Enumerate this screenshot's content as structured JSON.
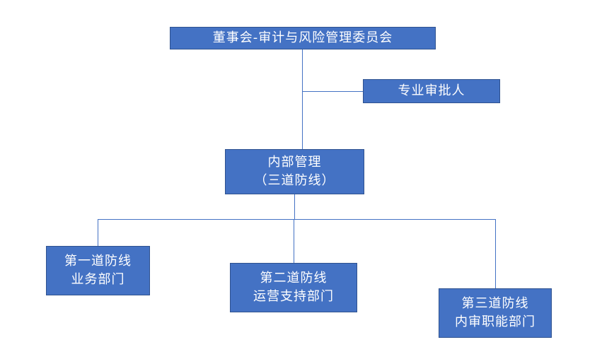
{
  "diagram": {
    "type": "org-chart",
    "nodes": {
      "board": {
        "label": "董事会-审计与风险管理委员会"
      },
      "approver": {
        "label": "专业审批人"
      },
      "internal": {
        "line1": "内部管理",
        "line2": "（三道防线）"
      },
      "first": {
        "line1": "第一道防线",
        "line2": "业务部门"
      },
      "second": {
        "line1": "第二道防线",
        "line2": "运营支持部门"
      },
      "third": {
        "line1": "第三道防线",
        "line2": "内审职能部门"
      }
    },
    "colors": {
      "node_fill": "#4472C4",
      "node_border": "#2F528F",
      "connector": "#4472C4",
      "text": "#FFFFFF",
      "background": "#FFFFFF"
    }
  }
}
